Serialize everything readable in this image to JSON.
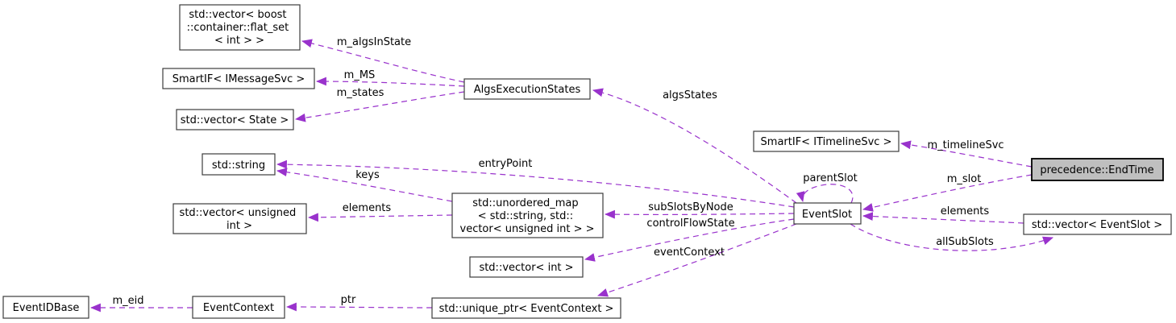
{
  "diagram": {
    "type": "doxygen-collaboration-graph",
    "highlighted_node": "precedence::EndTime",
    "colors": {
      "background": "#ffffff",
      "edge": "#9932cc",
      "node_border": "#3c3c3c",
      "node_fill": "#ffffff",
      "highlight_fill": "#bfbfbf",
      "highlight_border": "#000000",
      "text": "#000000"
    },
    "nodes": [
      {
        "id": "vector-flat-set",
        "lines": [
          "std::vector< boost",
          "::container::flat_set",
          "< int > >"
        ]
      },
      {
        "id": "smartif-imessagesvc",
        "lines": [
          "SmartIF< IMessageSvc >"
        ]
      },
      {
        "id": "vector-state",
        "lines": [
          "std::vector< State >"
        ]
      },
      {
        "id": "algs-execution-states",
        "lines": [
          "AlgsExecutionStates"
        ]
      },
      {
        "id": "std-string",
        "lines": [
          "std::string"
        ]
      },
      {
        "id": "vector-unsigned-int",
        "lines": [
          "std::vector< unsigned",
          "int >"
        ]
      },
      {
        "id": "unordered-map",
        "lines": [
          "std::unordered_map",
          "< std::string, std::",
          "vector< unsigned int > >"
        ]
      },
      {
        "id": "vector-int",
        "lines": [
          "std::vector< int >"
        ]
      },
      {
        "id": "unique-ptr-eventcontext",
        "lines": [
          "std::unique_ptr< EventContext >"
        ]
      },
      {
        "id": "event-context",
        "lines": [
          "EventContext"
        ]
      },
      {
        "id": "event-id-base",
        "lines": [
          "EventIDBase"
        ]
      },
      {
        "id": "smartif-itimelinesvc",
        "lines": [
          "SmartIF< ITimelineSvc >"
        ]
      },
      {
        "id": "event-slot",
        "lines": [
          "EventSlot"
        ]
      },
      {
        "id": "precedence-endtime",
        "lines": [
          "precedence::EndTime"
        ],
        "highlight": true
      },
      {
        "id": "vector-eventslot",
        "lines": [
          "std::vector< EventSlot >"
        ]
      }
    ],
    "edges": [
      {
        "label": "m_algsInState",
        "from": "AlgsExecutionStates",
        "to": "std::vector< boost::container::flat_set< int > >"
      },
      {
        "label": "m_MS",
        "from": "AlgsExecutionStates",
        "to": "SmartIF< IMessageSvc >"
      },
      {
        "label": "m_states",
        "from": "AlgsExecutionStates",
        "to": "std::vector< State >"
      },
      {
        "label": "algsStates",
        "from": "EventSlot",
        "to": "AlgsExecutionStates"
      },
      {
        "label": "entryPoint",
        "from": "EventSlot",
        "to": "std::string"
      },
      {
        "label": "keys",
        "from": "std::unordered_map< std::string, std::vector< unsigned int > >",
        "to": "std::string"
      },
      {
        "label": "elements",
        "from": "std::unordered_map< std::string, std::vector< unsigned int > >",
        "to": "std::vector< unsigned int >"
      },
      {
        "label": "subSlotsByNode",
        "from": "EventSlot",
        "to": "std::unordered_map< std::string, std::vector< unsigned int > >"
      },
      {
        "label": "controlFlowState",
        "from": "EventSlot",
        "to": "std::vector< int >"
      },
      {
        "label": "eventContext",
        "from": "EventSlot",
        "to": "std::unique_ptr< EventContext >"
      },
      {
        "label": "parentSlot",
        "from": "EventSlot",
        "to": "EventSlot"
      },
      {
        "label": "m_timelineSvc",
        "from": "precedence::EndTime",
        "to": "SmartIF< ITimelineSvc >"
      },
      {
        "label": "m_slot",
        "from": "precedence::EndTime",
        "to": "EventSlot"
      },
      {
        "label": "elements",
        "from": "std::vector< EventSlot >",
        "to": "EventSlot"
      },
      {
        "label": "allSubSlots",
        "from": "EventSlot",
        "to": "std::vector< EventSlot >"
      },
      {
        "label": "m_eid",
        "from": "EventContext",
        "to": "EventIDBase"
      },
      {
        "label": "ptr",
        "from": "std::unique_ptr< EventContext >",
        "to": "EventContext"
      }
    ]
  }
}
